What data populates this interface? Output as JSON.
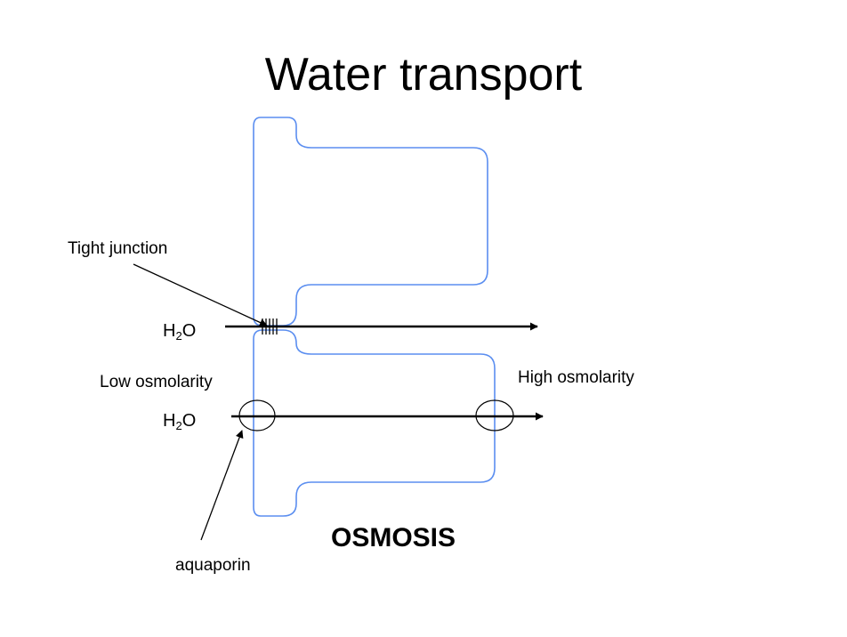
{
  "title": "Water transport",
  "labels": {
    "tight_junction": "Tight junction",
    "low_osmolarity": "Low osmolarity",
    "high_osmolarity": "High osmolarity",
    "aquaporin": "aquaporin",
    "osmosis": "OSMOSIS"
  },
  "water": {
    "molecule_main": "H",
    "molecule_sub": "2",
    "molecule_end": "O"
  },
  "colors": {
    "cell_outline": "#5b8ef0",
    "arrows": "#000000"
  }
}
